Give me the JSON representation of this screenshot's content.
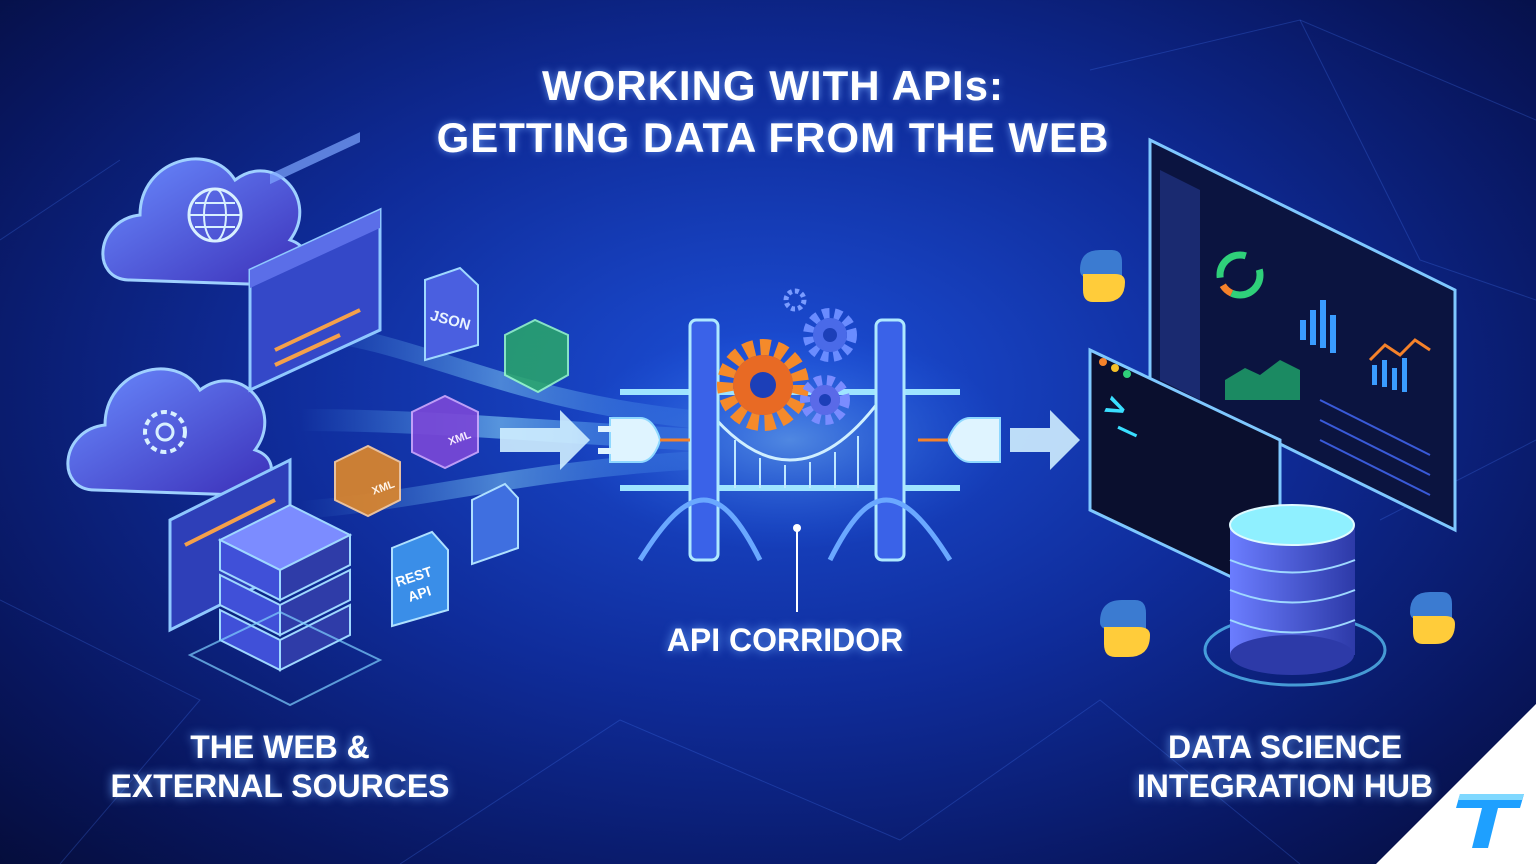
{
  "header": {
    "title_line1": "WORKING WITH APIs:",
    "title_line2": "GETTING DATA FROM THE WEB"
  },
  "sections": {
    "web": {
      "line1": "THE WEB &",
      "line2": "EXTERNAL SOURCES"
    },
    "api": {
      "label": "API CORRIDOR"
    },
    "hub": {
      "line1": "DATA SCIENCE",
      "line2": "INTEGRATION HUB"
    }
  },
  "data_tiles": {
    "json": "JSON",
    "xml_1": "XML",
    "xml_2": "XML",
    "rest": "REST",
    "api": "API"
  },
  "terminal": {
    "prompt": ">_"
  },
  "icons": [
    "cloud-globe-icon",
    "cloud-gear-icon",
    "server-stack-icon",
    "browser-window-icon",
    "plug-icon",
    "gear-icon",
    "python-icon",
    "database-icon",
    "brand-logo"
  ],
  "colors": {
    "bg_center": "#1c4fd8",
    "bg_edge": "#050d3c",
    "glow": "#7fd0ff",
    "accent_orange": "#f5822a",
    "python_blue": "#3b7bd1",
    "python_yellow": "#ffcc3a"
  }
}
